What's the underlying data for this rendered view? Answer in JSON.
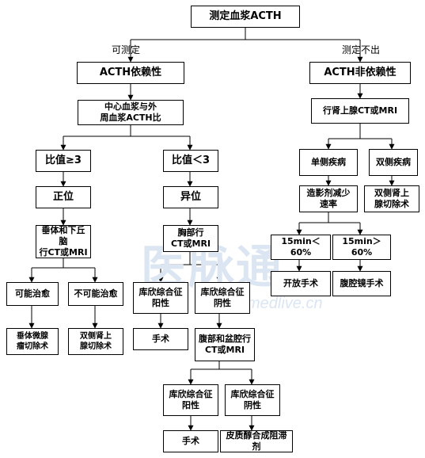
{
  "diagram": {
    "nodes": {
      "root": "测定血浆ACTH",
      "acth_dep": "ACTH依赖性",
      "acth_indep": "ACTH非依赖性",
      "central_ratio": "中心血浆与外\n周血浆ACTH比",
      "adrenal_ct": "行肾上腺CT或MRI",
      "ratio_ge3": "比值≥3",
      "ratio_lt3": "比值＜3",
      "unilateral": "单侧疾病",
      "bilateral": "双侧疾病",
      "orthotopic": "正位",
      "ectopic": "异位",
      "contrast_reduce": "造影剂减少\n速率",
      "bilateral_adrenalectomy_right": "双侧肾上\n腺切除术",
      "pituitary_ct": "垂体和下丘脑\n行CT或MRI",
      "chest_ct": "胸部行\nCT或MRI",
      "rate_lt60": "15min＜60%",
      "rate_gt60": "15min＞60%",
      "curable": "可能治愈",
      "incurable": "不可能治愈",
      "cushing_pos1": "库欣综合征\n阳性",
      "cushing_neg1": "库欣综合征\n阴性",
      "open_surgery": "开放手术",
      "laparoscopic": "腹腔镜手术",
      "pituitary_resection": "垂体微腺\n瘤切除术",
      "bilateral_adrenalectomy_left": "双侧肾上\n腺切除术",
      "surgery1": "手术",
      "abdomen_ct": "腹部和盆腔行\nCT或MRI",
      "cushing_pos2": "库欣综合征\n阳性",
      "cushing_neg2": "库欣综合征\n阴性",
      "surgery2": "手术",
      "cortisol_blocker": "皮质醇合成阻滞剂"
    },
    "edge_labels": {
      "measurable": "可测定",
      "not_measurable": "测定不出"
    }
  },
  "watermark": {
    "logo_text": "医脉通",
    "site_text": "medlive.cn"
  }
}
